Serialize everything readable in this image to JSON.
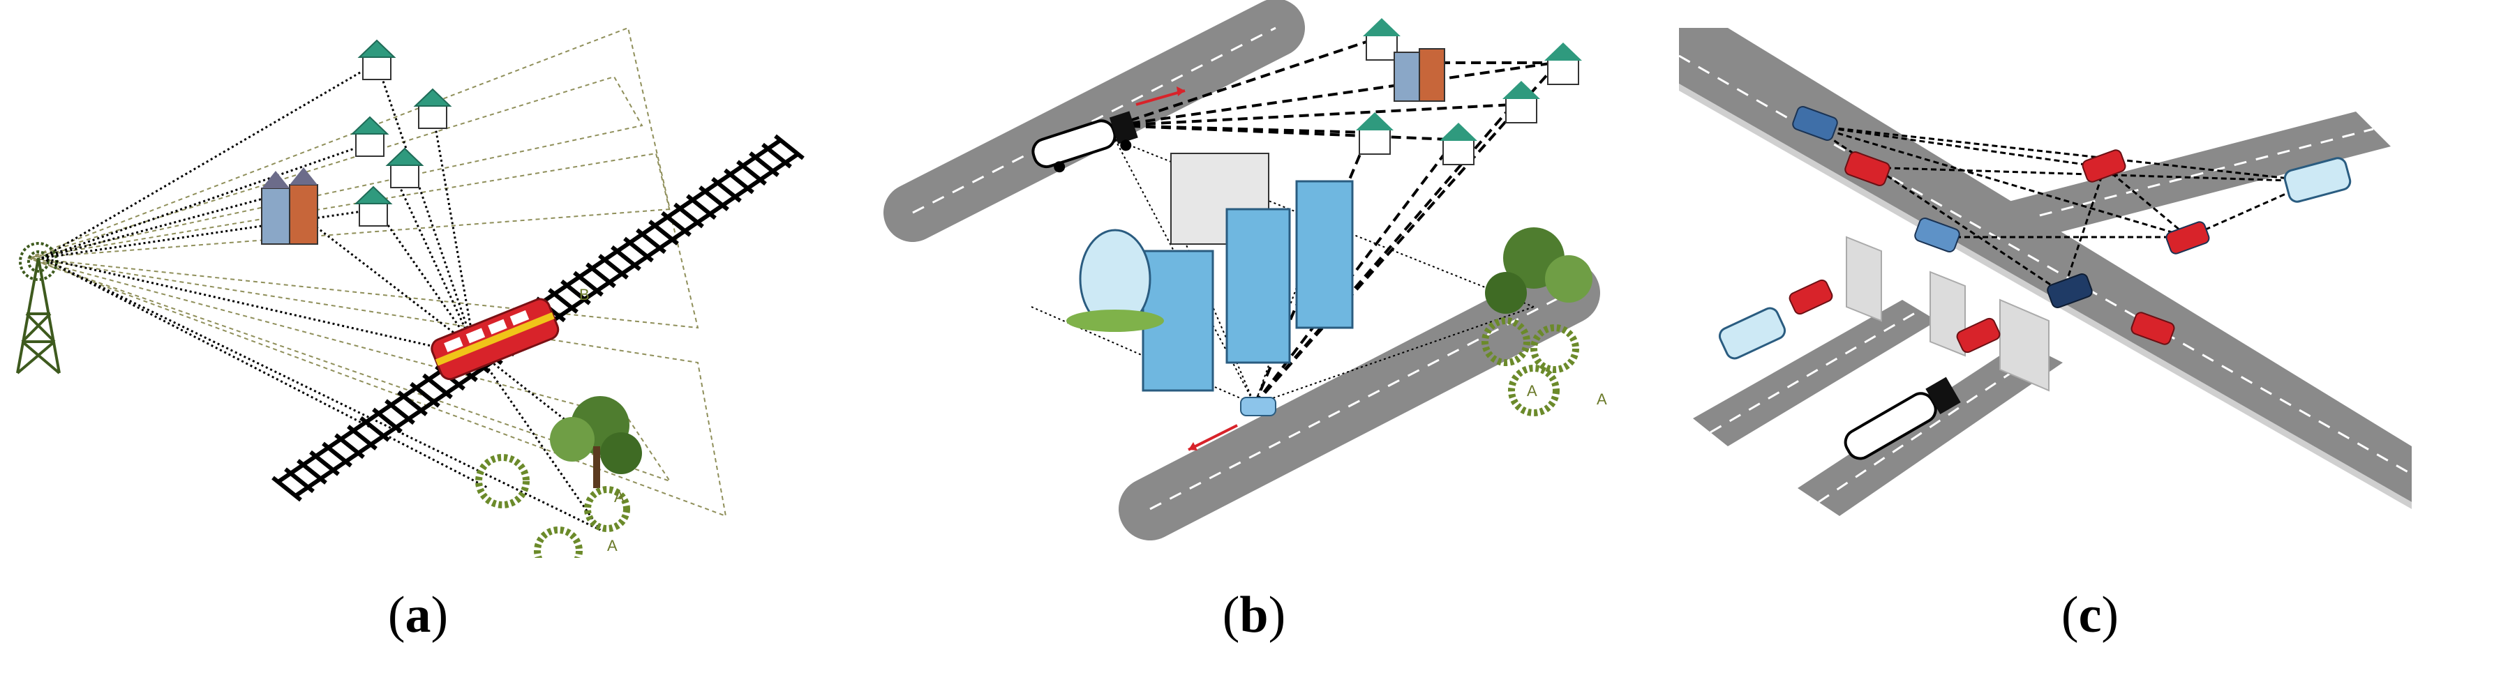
{
  "panels": [
    {
      "id": "a",
      "caption_open": "(",
      "caption_letter": "a",
      "caption_close": ")",
      "labels": [
        "B",
        "A",
        "A"
      ]
    },
    {
      "id": "b",
      "caption_open": "(",
      "caption_letter": "b",
      "caption_close": ")",
      "labels": [
        "A",
        "A"
      ]
    },
    {
      "id": "c",
      "caption_open": "(",
      "caption_letter": "c",
      "caption_close": ")",
      "labels": []
    }
  ],
  "colors": {
    "road": "#8a8a8a",
    "lane_marking": "#ffffff",
    "foliage": "#5e8f3a",
    "building_glass": "#6fb7e0",
    "house_roof": "#2f9a7e",
    "train": "#d8232a",
    "car_red": "#d8232a",
    "car_blue": "#3f6fa8"
  }
}
